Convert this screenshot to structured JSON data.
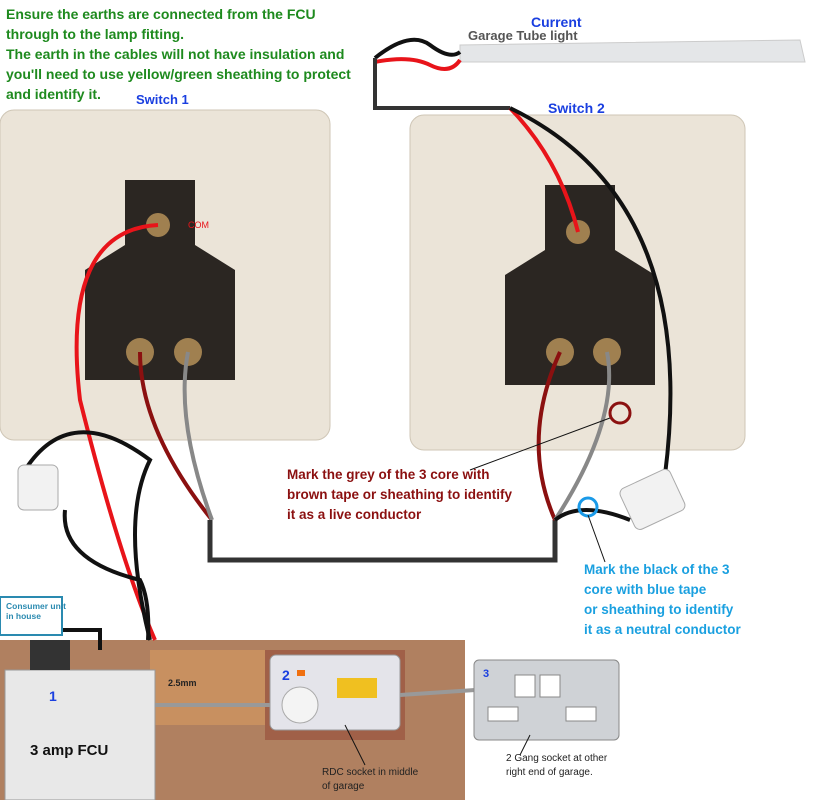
{
  "notes": {
    "earth_note": "Ensure the earths are connected from the FCU\nthrough to the lamp fitting.\nThe earth in the cables will not have insulation and\nyou'll need to use yellow/green sheathing to protect\nand identify it.",
    "grey_note": "Mark the grey of the 3 core with\nbrown tape or sheathing to identify\nit as a live conductor",
    "black_note": "Mark the black of the 3\ncore with blue tape\nor sheathing to identify\n it as a neutral conductor"
  },
  "labels": {
    "switch1": "Switch 1",
    "switch2": "Switch 2",
    "light_current": "Current",
    "light_name": "Garage Tube light",
    "com": "COM",
    "consumer_unit": "Consumer unit\nin house",
    "cable_size": "2.5mm",
    "fcu": "3 amp FCU",
    "num1": "1",
    "num2": "2",
    "num3": "3",
    "rcd_caption": "RDC socket in middle\nof garage",
    "socket_caption": "2 Gang socket at other\nright end of garage."
  },
  "colors": {
    "live": "#e8141a",
    "neutral": "#111111",
    "brown": "#8b1010",
    "grey": "#888888",
    "blue_marker": "#1a9ae8",
    "note_green": "#1e8a1e"
  }
}
